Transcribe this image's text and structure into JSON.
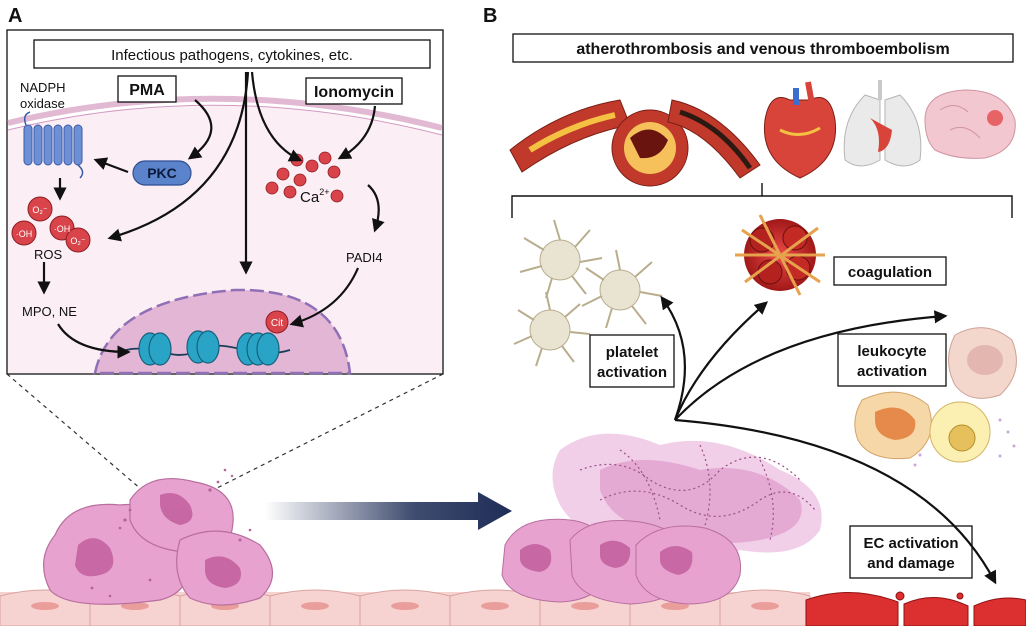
{
  "panel_a": {
    "letter": "A",
    "top_box": "Infectious pathogens, cytokines, etc.",
    "pma": "PMA",
    "ionomycin": "Ionomycin",
    "nadph_line1": "NADPH",
    "nadph_line2": "oxidase",
    "pkc": "PKC",
    "ros": "ROS",
    "ros_o2": "O₂⁻",
    "ros_oh": "·OH",
    "ca": "Ca",
    "ca_sup": "2+",
    "ca_small": "Ca²⁺",
    "padi4": "PADI4",
    "mpo_ne": "MPO, NE",
    "cit": "Cit"
  },
  "panel_b": {
    "letter": "B",
    "top_box": "atherothrombosis and venous thromboembolism",
    "coagulation": "coagulation",
    "platelet_line1": "platelet",
    "platelet_line2": "activation",
    "leukocyte_line1": "leukocyte",
    "leukocyte_line2": "activation",
    "ec_line1": "EC activation",
    "ec_line2": "and damage"
  },
  "colors": {
    "membrane": "#f4dbe8",
    "cytoplasm": "#fbeef4",
    "nucleus": "#d9a6cc",
    "neutrophil": "#e7a2cf",
    "ros_red": "#d9434a",
    "pkc_blue": "#5b83cc",
    "dna_cyan": "#2aa4c6",
    "arrow_navy": "#1e2d57",
    "endothelium": "#f6d3d0",
    "damaged_ec": "#dc2f2f"
  }
}
